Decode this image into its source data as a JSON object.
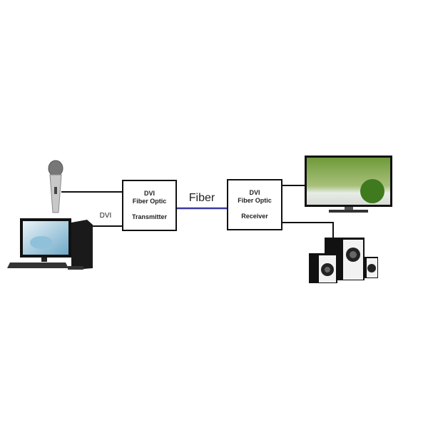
{
  "transmitter": {
    "line1": "DVI",
    "line2": "Fiber Optic",
    "line3": "Transmitter"
  },
  "receiver": {
    "line1": "DVI",
    "line2": "Fiber Optic",
    "line3": "Receiver"
  },
  "fiber_label": "Fiber",
  "dvi_label": "DVI",
  "colors": {
    "fiber_line": "#3a3aa0",
    "wire": "#111111"
  }
}
